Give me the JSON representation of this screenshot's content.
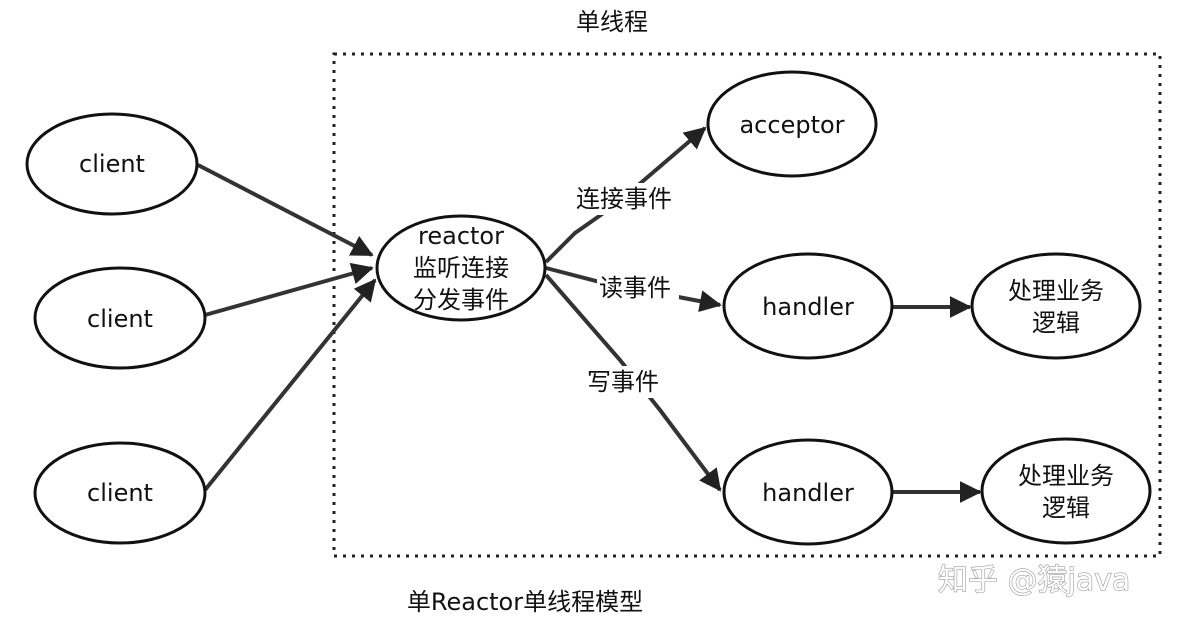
{
  "top_title": "单线程",
  "bottom_caption": "单Reactor单线程模型",
  "watermark": "知乎 @猿java",
  "nodes": {
    "client1": "client",
    "client2": "client",
    "client3": "client",
    "reactor": [
      "reactor",
      "监听连接",
      "分发事件"
    ],
    "acceptor": "acceptor",
    "handler1": "handler",
    "handler2": "handler",
    "logic1": [
      "处理业务",
      "逻辑"
    ],
    "logic2": [
      "处理业务",
      "逻辑"
    ]
  },
  "edge_labels": {
    "connect": "连接事件",
    "read": "读事件",
    "write": "写事件"
  }
}
